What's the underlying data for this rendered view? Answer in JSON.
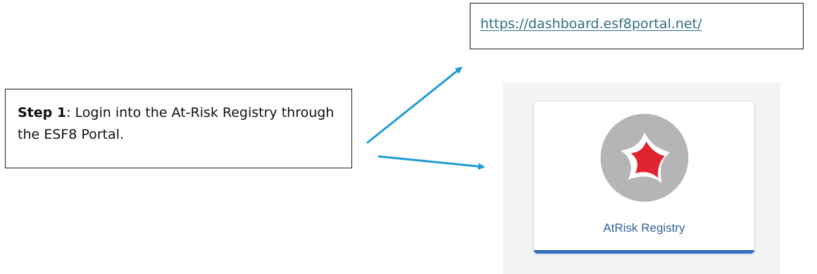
{
  "url": {
    "text": "https://dashboard.esf8portal.net/"
  },
  "step": {
    "label": "Step 1",
    "text": ": Login into the At-Risk Registry through the ESF8 Portal."
  },
  "card": {
    "label": "AtRisk Registry",
    "logo_icon": "atrisk-registry-logo-icon",
    "accent_color": "#2f6dbd",
    "logo_red": "#e0242f",
    "logo_gray": "#b5b5b5"
  },
  "arrows": {
    "color": "#1f9bd6",
    "icon": "arrow-icon"
  }
}
